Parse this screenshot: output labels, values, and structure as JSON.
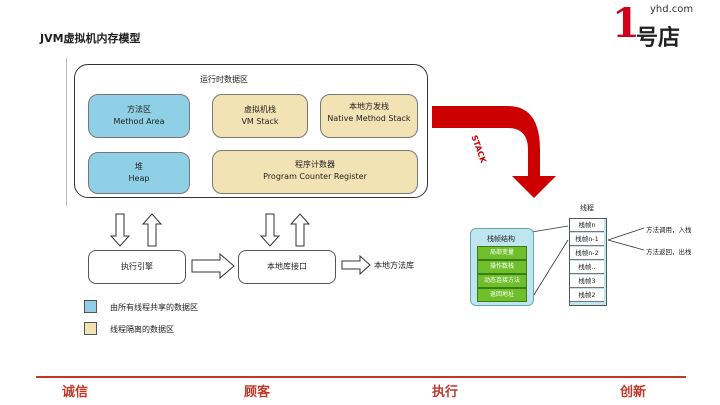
{
  "title": "JVM虚拟机内存模型",
  "logo": {
    "number": "1",
    "site": "yhd.com",
    "text": "号店"
  },
  "runtime_area": {
    "title": "运行时数据区",
    "method_area": {
      "cn": "方法区",
      "en": "Method Area"
    },
    "vm_stack": {
      "cn": "虚拟机栈",
      "en": "VM Stack"
    },
    "native_method_stack": {
      "cn": "本地方发栈",
      "en": "Native Method Stack"
    },
    "heap": {
      "cn": "堆",
      "en": "Heap"
    },
    "pc_register": {
      "cn": "程序计数器",
      "en": "Program Counter Register"
    }
  },
  "exec_engine": "执行引擎",
  "native_interface": "本地库接口",
  "native_library": "本地方法库",
  "legend": {
    "shared": "由所有线程共享的数据区",
    "isolated": "线程隔离的数据区"
  },
  "arrow_label": "STACK",
  "thread": {
    "title": "线程",
    "frames": [
      "栈帧n",
      "栈帧n-1",
      "栈帧n-2",
      "栈帧..",
      "栈帧3",
      "栈帧2"
    ],
    "note_call": "方法调用，入栈",
    "note_return": "方法返回，出栈"
  },
  "frame_structure": {
    "title": "栈帧结构",
    "items": [
      "局部变量",
      "操作数栈",
      "动态连接方法",
      "返回地址"
    ]
  },
  "footer": [
    "诚信",
    "顾客",
    "执行",
    "创新"
  ],
  "colors": {
    "shared": "#8fd0e6",
    "isolated": "#f2e2b4",
    "accent": "#c0392b",
    "arrow": "#cc0000"
  }
}
